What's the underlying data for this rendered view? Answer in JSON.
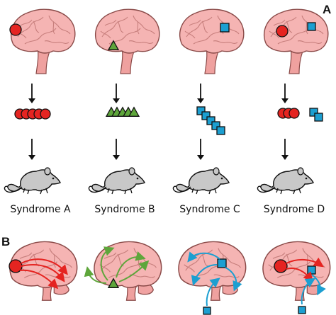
{
  "panels": [
    {
      "label": "A"
    },
    {
      "label": "B"
    }
  ],
  "syndromes": [
    {
      "label": "Syndrome A",
      "marker": "circle",
      "marker_count": 5,
      "color": "#e52421"
    },
    {
      "label": "Syndrome B",
      "marker": "triangle",
      "marker_count": 5,
      "color": "#5ea63b"
    },
    {
      "label": "Syndrome C",
      "marker": "square",
      "marker_count": 5,
      "color": "#1c9fd1"
    },
    {
      "label": "Syndrome D",
      "marker": "circle+square",
      "marker_count": 5,
      "color": "#e52421"
    }
  ],
  "colors": {
    "brain_fill": "#f5b4b3",
    "brain_stroke": "#8a4a48",
    "brain_fold": "#c77f7d",
    "stem_fill": "#efa19f",
    "red": "#e52421",
    "green": "#5ea63b",
    "blue": "#1c9fd1",
    "rat_fill": "#c8c8c8",
    "arrow": "#111111"
  }
}
